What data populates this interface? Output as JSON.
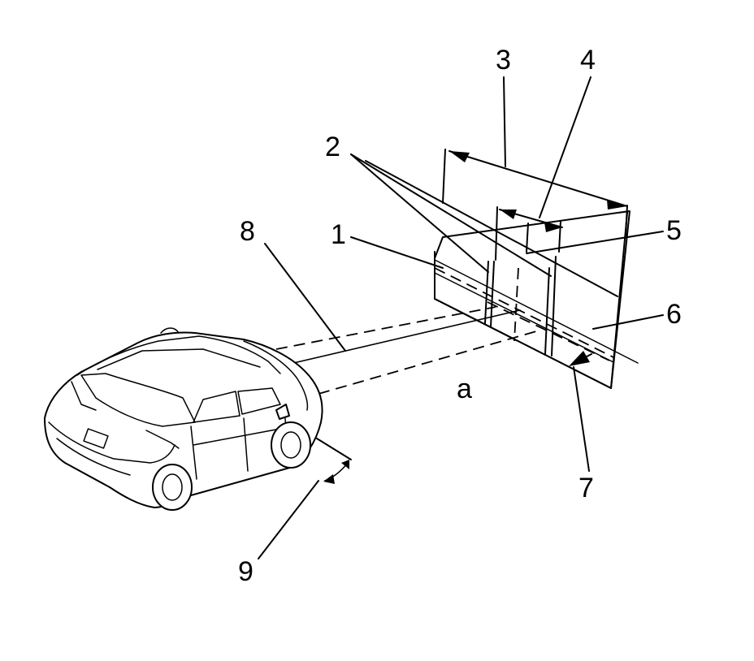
{
  "callouts": {
    "c1": "1",
    "c2": "2",
    "c3": "3",
    "c4": "4",
    "c5": "5",
    "c6": "6",
    "c7": "7",
    "c8": "8",
    "c9": "9",
    "ca": "a"
  },
  "colors": {
    "line": "#000000",
    "background": "#ffffff"
  }
}
